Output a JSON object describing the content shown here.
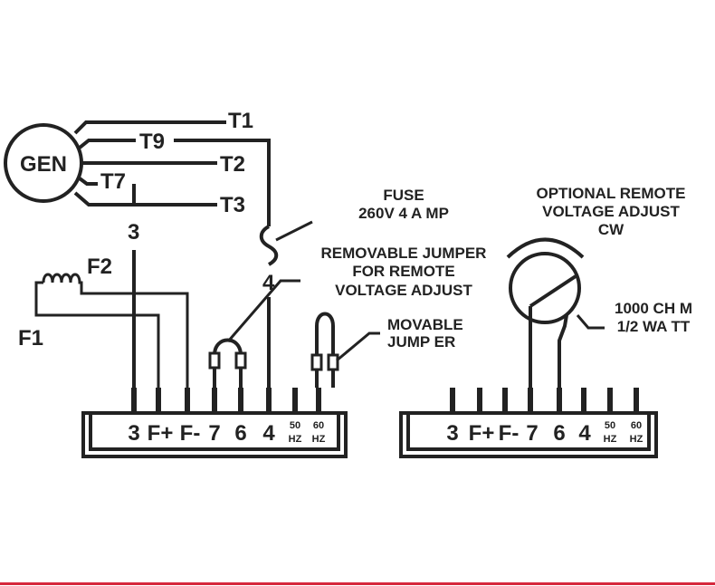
{
  "generator": {
    "label": "GEN"
  },
  "leads": {
    "t1": "T1",
    "t9": "T9",
    "t2": "T2",
    "t7": "T7",
    "t3": "T3"
  },
  "wire_labels": {
    "three": "3",
    "four": "4"
  },
  "field": {
    "f1": "F1",
    "f2": "F2"
  },
  "fuse": {
    "line1": "FUSE",
    "line2": "260V  4 A MP"
  },
  "removable_jumper": {
    "line1": "REMOVABLE JUMPER",
    "line2": "FOR REMOTE",
    "line3": "VOLTAGE ADJUST"
  },
  "movable_jumper": {
    "line1": "MOVABLE",
    "line2": "JUMP ER"
  },
  "remote_adjust": {
    "line1": "OPTIONAL REMOTE",
    "line2": "VOLTAGE ADJUST",
    "line3": "CW"
  },
  "potentiometer": {
    "line1": "1000 CH M",
    "line2": "1/2 WA TT"
  },
  "left_block": {
    "terminals": [
      {
        "label": "3"
      },
      {
        "label": "F+"
      },
      {
        "label": "F-"
      },
      {
        "label": "7"
      },
      {
        "label": "6"
      },
      {
        "label": "4"
      },
      {
        "label": "50",
        "sub": "HZ"
      },
      {
        "label": "60",
        "sub": "HZ"
      }
    ]
  },
  "right_block": {
    "terminals": [
      {
        "label": "3"
      },
      {
        "label": "F+"
      },
      {
        "label": "F-"
      },
      {
        "label": "7"
      },
      {
        "label": "6"
      },
      {
        "label": "4"
      },
      {
        "label": "50",
        "sub": "HZ"
      },
      {
        "label": "60",
        "sub": "HZ"
      }
    ]
  },
  "colors": {
    "ink": "#222222",
    "accent_rule": "#d6283c",
    "background": "#ffffff"
  }
}
